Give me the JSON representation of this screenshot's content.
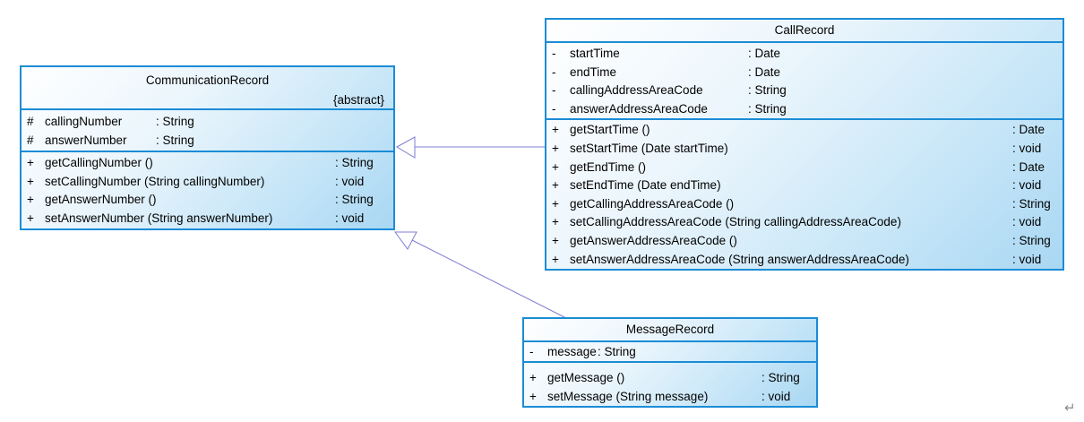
{
  "diagram": {
    "type": "uml-class-diagram",
    "colors": {
      "box_border": "#1b8cd6",
      "box_fill_top_left": "#ffffff",
      "box_fill_bottom_right": "#a9d7f3",
      "edge": "#7e7ed6",
      "text": "#000000",
      "return_mark": "#8a8a8a"
    },
    "classes": [
      {
        "name": "CommunicationRecord",
        "stereotype": "{abstract}",
        "attributes": [
          {
            "vis": "#",
            "name": "callingNumber",
            "type": ": String"
          },
          {
            "vis": "#",
            "name": "answerNumber",
            "type": ": String"
          }
        ],
        "methods": [
          {
            "vis": "+",
            "name": "getCallingNumber ()",
            "type": ": String"
          },
          {
            "vis": "+",
            "name": "setCallingNumber (String callingNumber)",
            "type": ": void"
          },
          {
            "vis": "+",
            "name": "getAnswerNumber ()",
            "type": ": String"
          },
          {
            "vis": "+",
            "name": "setAnswerNumber (String answerNumber)",
            "type": ": void"
          }
        ]
      },
      {
        "name": "CallRecord",
        "stereotype": "",
        "attributes": [
          {
            "vis": "-",
            "name": "startTime",
            "type": ": Date"
          },
          {
            "vis": "-",
            "name": "endTime",
            "type": ": Date"
          },
          {
            "vis": "-",
            "name": "callingAddressAreaCode",
            "type": ": String"
          },
          {
            "vis": "-",
            "name": "answerAddressAreaCode",
            "type": ": String"
          }
        ],
        "methods": [
          {
            "vis": "+",
            "name": "getStartTime ()",
            "type": ": Date"
          },
          {
            "vis": "+",
            "name": "setStartTime (Date startTime)",
            "type": ": void"
          },
          {
            "vis": "+",
            "name": "getEndTime ()",
            "type": ": Date"
          },
          {
            "vis": "+",
            "name": "setEndTime (Date endTime)",
            "type": ": void"
          },
          {
            "vis": "+",
            "name": "getCallingAddressAreaCode ()",
            "type": ": String"
          },
          {
            "vis": "+",
            "name": "setCallingAddressAreaCode (String callingAddressAreaCode)",
            "type": ": void"
          },
          {
            "vis": "+",
            "name": "getAnswerAddressAreaCode ()",
            "type": ": String"
          },
          {
            "vis": "+",
            "name": "setAnswerAddressAreaCode (String answerAddressAreaCode)",
            "type": ": void"
          }
        ]
      },
      {
        "name": "MessageRecord",
        "stereotype": "",
        "attributes": [
          {
            "vis": "-",
            "name": "message",
            "type": ": String"
          }
        ],
        "methods": [
          {
            "vis": "+",
            "name": "getMessage ()",
            "type": ": String"
          },
          {
            "vis": "+",
            "name": "setMessage (String message)",
            "type": ": void"
          }
        ]
      }
    ],
    "relations": [
      {
        "type": "generalization",
        "from": "CallRecord",
        "to": "CommunicationRecord"
      },
      {
        "type": "generalization",
        "from": "MessageRecord",
        "to": "CommunicationRecord"
      }
    ],
    "page": {
      "return_mark": "↵"
    }
  }
}
